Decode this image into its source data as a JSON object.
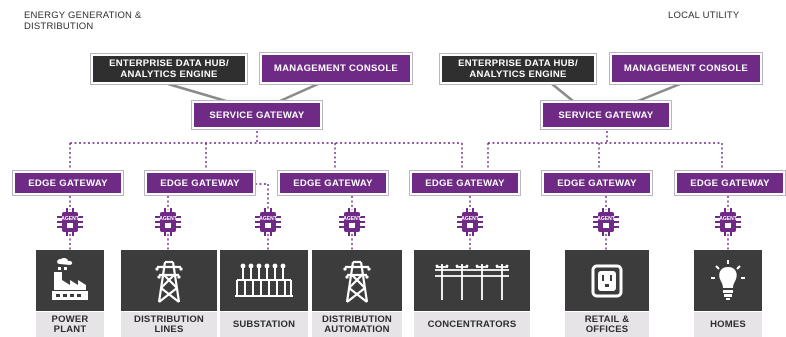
{
  "headers": {
    "left": "ENERGY GENERATION & DISTRIBUTION",
    "right": "LOCAL UTILITY"
  },
  "left_cluster": {
    "hub": "ENTERPRISE DATA HUB/ ANALYTICS ENGINE",
    "console": "MANAGEMENT CONSOLE",
    "gateway": "SERVICE GATEWAY"
  },
  "right_cluster": {
    "hub": "ENTERPRISE DATA HUB/ ANALYTICS ENGINE",
    "console": "MANAGEMENT CONSOLE",
    "gateway": "SERVICE GATEWAY"
  },
  "edge_gateways": [
    "EDGE GATEWAY",
    "EDGE GATEWAY",
    "EDGE GATEWAY",
    "EDGE GATEWAY",
    "EDGE GATEWAY",
    "EDGE GATEWAY"
  ],
  "agent_label": "AGENT",
  "devices": [
    {
      "label": "POWER PLANT",
      "icon": "power-plant-icon"
    },
    {
      "label": "DISTRIBUTION LINES",
      "icon": "distribution-lines-icon"
    },
    {
      "label": "SUBSTATION",
      "icon": "substation-icon"
    },
    {
      "label": "DISTRIBUTION AUTOMATION",
      "icon": "distribution-automation-icon"
    },
    {
      "label": "CONCENTRATORS",
      "icon": "concentrators-icon"
    },
    {
      "label": "RETAIL & OFFICES",
      "icon": "outlet-icon"
    },
    {
      "label": "HOMES",
      "icon": "lightbulb-icon"
    }
  ],
  "colors": {
    "purple": "#6f2a86",
    "dark": "#2f2f2f",
    "tile": "#3c3c3c",
    "label_bg": "#e6e4e7"
  }
}
